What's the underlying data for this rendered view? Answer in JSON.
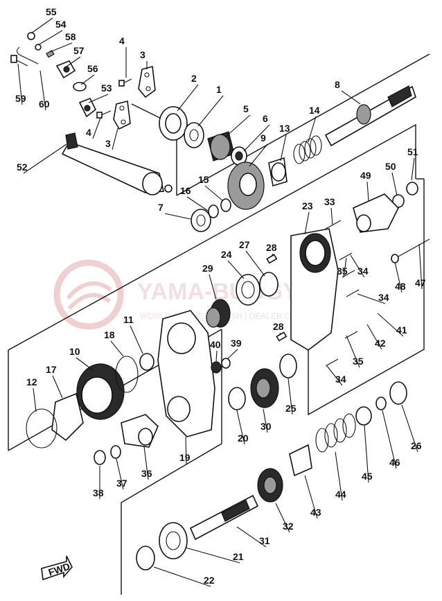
{
  "watermark": {
    "brand": "YAMA-BUGGY.RU",
    "tagline": "WORLD OF THE ENGLISH | DEALER OF YAMAHA",
    "color": "#e3a9a9"
  },
  "fwd_label": "FWD",
  "callouts": [
    {
      "id": "55",
      "label": "55"
    },
    {
      "id": "54",
      "label": "54"
    },
    {
      "id": "58",
      "label": "58"
    },
    {
      "id": "57",
      "label": "57"
    },
    {
      "id": "56",
      "label": "56"
    },
    {
      "id": "59",
      "label": "59"
    },
    {
      "id": "60",
      "label": "60"
    },
    {
      "id": "53",
      "label": "53"
    },
    {
      "id": "4a",
      "label": "4"
    },
    {
      "id": "3a",
      "label": "3"
    },
    {
      "id": "2",
      "label": "2"
    },
    {
      "id": "1",
      "label": "1"
    },
    {
      "id": "8",
      "label": "8"
    },
    {
      "id": "4b",
      "label": "4"
    },
    {
      "id": "3b",
      "label": "3"
    },
    {
      "id": "5",
      "label": "5"
    },
    {
      "id": "6",
      "label": "6"
    },
    {
      "id": "13",
      "label": "13"
    },
    {
      "id": "14",
      "label": "14"
    },
    {
      "id": "9",
      "label": "9"
    },
    {
      "id": "52",
      "label": "52"
    },
    {
      "id": "16",
      "label": "16"
    },
    {
      "id": "15",
      "label": "15"
    },
    {
      "id": "7",
      "label": "7"
    },
    {
      "id": "51",
      "label": "51"
    },
    {
      "id": "50",
      "label": "50"
    },
    {
      "id": "49",
      "label": "49"
    },
    {
      "id": "23",
      "label": "23"
    },
    {
      "id": "33",
      "label": "33"
    },
    {
      "id": "28a",
      "label": "28"
    },
    {
      "id": "27",
      "label": "27"
    },
    {
      "id": "24",
      "label": "24"
    },
    {
      "id": "35a",
      "label": "35"
    },
    {
      "id": "34a",
      "label": "34"
    },
    {
      "id": "48",
      "label": "48"
    },
    {
      "id": "47",
      "label": "47"
    },
    {
      "id": "29",
      "label": "29"
    },
    {
      "id": "34b",
      "label": "34"
    },
    {
      "id": "28b",
      "label": "28"
    },
    {
      "id": "41",
      "label": "41"
    },
    {
      "id": "42",
      "label": "42"
    },
    {
      "id": "11",
      "label": "11"
    },
    {
      "id": "18",
      "label": "18"
    },
    {
      "id": "10",
      "label": "10"
    },
    {
      "id": "40",
      "label": "40"
    },
    {
      "id": "39",
      "label": "39"
    },
    {
      "id": "35b",
      "label": "35"
    },
    {
      "id": "17",
      "label": "17"
    },
    {
      "id": "12",
      "label": "12"
    },
    {
      "id": "34c",
      "label": "34"
    },
    {
      "id": "20",
      "label": "20"
    },
    {
      "id": "30",
      "label": "30"
    },
    {
      "id": "25",
      "label": "25"
    },
    {
      "id": "26",
      "label": "26"
    },
    {
      "id": "46",
      "label": "46"
    },
    {
      "id": "45",
      "label": "45"
    },
    {
      "id": "19",
      "label": "19"
    },
    {
      "id": "37",
      "label": "37"
    },
    {
      "id": "38",
      "label": "38"
    },
    {
      "id": "36",
      "label": "36"
    },
    {
      "id": "43",
      "label": "43"
    },
    {
      "id": "44",
      "label": "44"
    },
    {
      "id": "32",
      "label": "32"
    },
    {
      "id": "31",
      "label": "31"
    },
    {
      "id": "21",
      "label": "21"
    },
    {
      "id": "22",
      "label": "22"
    }
  ]
}
